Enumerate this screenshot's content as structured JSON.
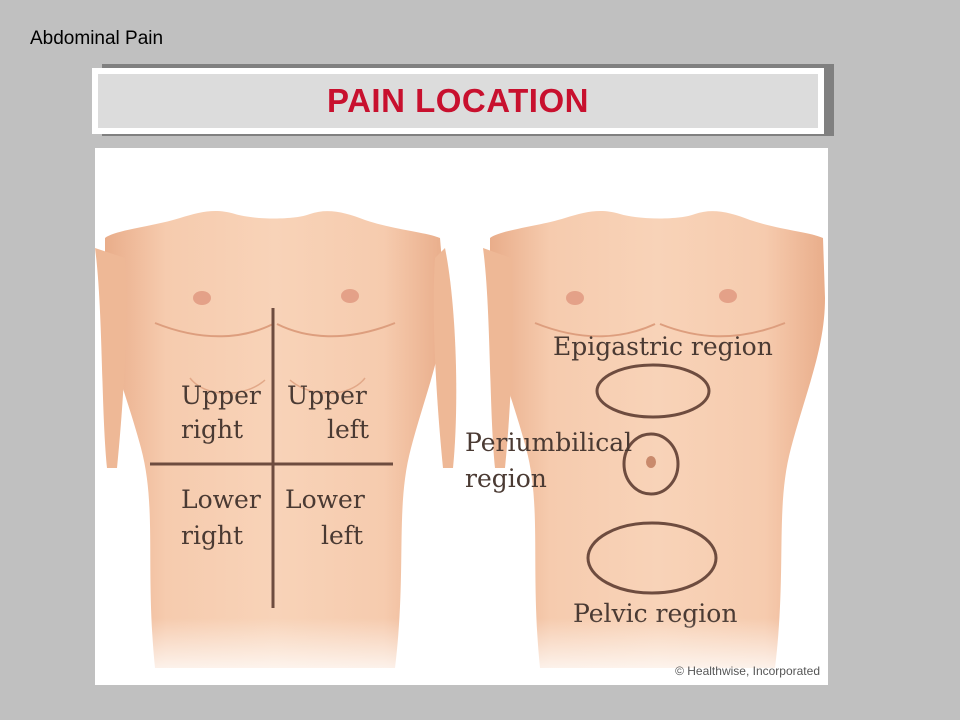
{
  "header": {
    "title": "Abdominal Pain"
  },
  "slide": {
    "title": "PAIN LOCATION"
  },
  "diagram": {
    "quadrants": {
      "upper_right": [
        "Upper",
        "right"
      ],
      "upper_left": [
        "Upper",
        "left"
      ],
      "lower_right": [
        "Lower",
        "right"
      ],
      "lower_left": [
        "Lower",
        "left"
      ]
    },
    "regions": {
      "epigastric": "Epigastric region",
      "periumbilical": [
        "Periumbilical",
        "region"
      ],
      "pelvic": "Pelvic region"
    },
    "credit": "© Healthwise, Incorporated",
    "colors": {
      "skin": "#f3c3a2",
      "skin_shade": "#e8aa85",
      "line": "#6e4c3f",
      "title_red": "#c8102e"
    }
  }
}
